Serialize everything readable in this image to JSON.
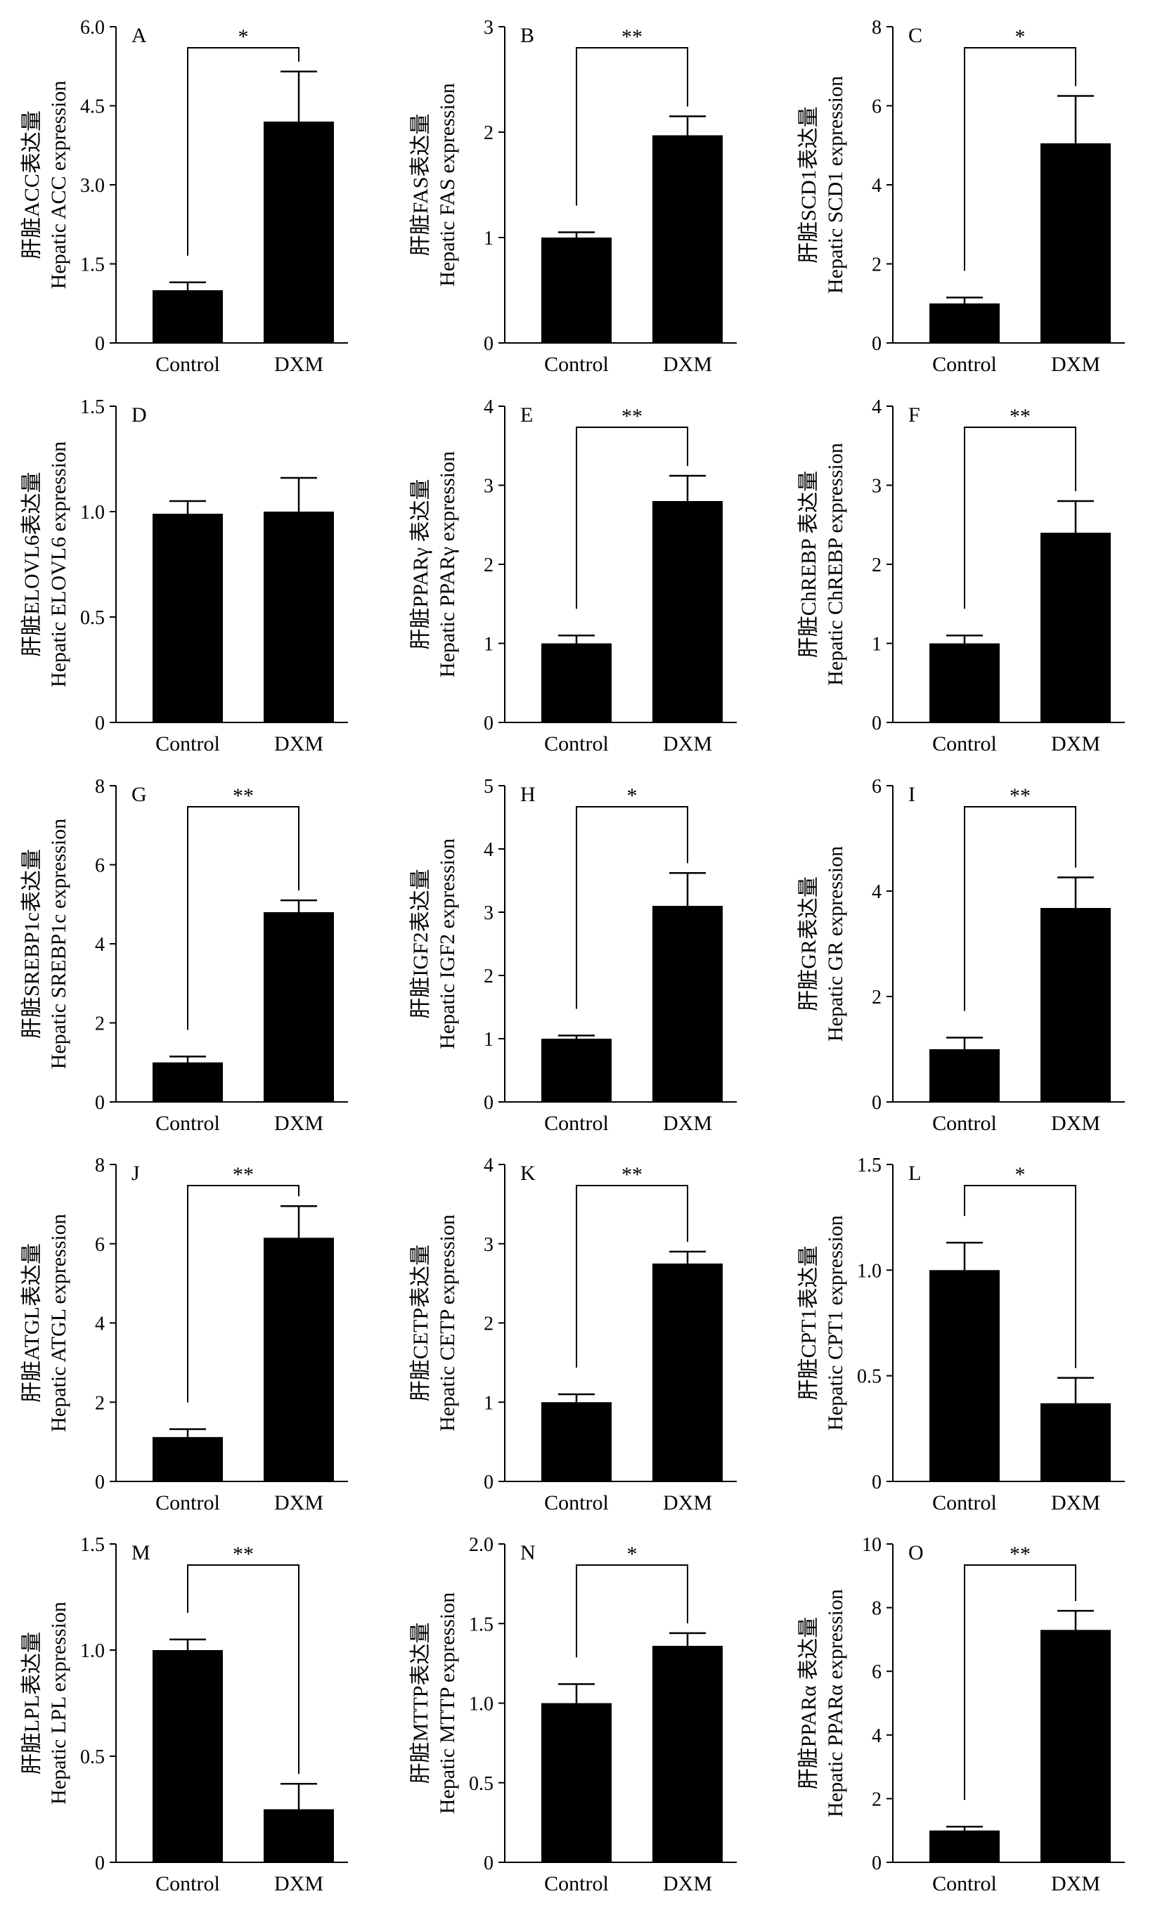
{
  "chart_data": [
    {
      "type": "bar",
      "panel": "A",
      "categories": [
        "Control",
        "DXM"
      ],
      "values": [
        1.0,
        4.2
      ],
      "errors": [
        0.15,
        0.95
      ],
      "ylabel_cn": "肝脏ACC表达量",
      "ylabel": "Hepatic ACC expression",
      "ylim": [
        0,
        6
      ],
      "yticks": [
        "0",
        "1.5",
        "3.0",
        "4.5",
        "6.0"
      ],
      "significance": "*"
    },
    {
      "type": "bar",
      "panel": "B",
      "categories": [
        "Control",
        "DXM"
      ],
      "values": [
        1.0,
        1.97
      ],
      "errors": [
        0.05,
        0.18
      ],
      "ylabel_cn": "肝脏FAS表达量",
      "ylabel": "Hepatic FAS expression",
      "ylim": [
        0,
        3
      ],
      "yticks": [
        "0",
        "1",
        "2",
        "3"
      ],
      "significance": "**"
    },
    {
      "type": "bar",
      "panel": "C",
      "categories": [
        "Control",
        "DXM"
      ],
      "values": [
        1.0,
        5.05
      ],
      "errors": [
        0.15,
        1.2
      ],
      "ylabel_cn": "肝脏SCD1表达量",
      "ylabel": "Hepatic SCD1 expression",
      "ylim": [
        0,
        8
      ],
      "yticks": [
        "0",
        "2",
        "4",
        "6",
        "8"
      ],
      "significance": "*"
    },
    {
      "type": "bar",
      "panel": "D",
      "categories": [
        "Control",
        "DXM"
      ],
      "values": [
        0.99,
        1.0
      ],
      "errors": [
        0.06,
        0.16
      ],
      "ylabel_cn": "肝脏ELOVL6表达量",
      "ylabel": "Hepatic ELOVL6 expression",
      "ylim": [
        0,
        1.5
      ],
      "yticks": [
        "0",
        "0.5",
        "1.0",
        "1.5"
      ],
      "significance": ""
    },
    {
      "type": "bar",
      "panel": "E",
      "categories": [
        "Control",
        "DXM"
      ],
      "values": [
        1.0,
        2.8
      ],
      "errors": [
        0.1,
        0.32
      ],
      "ylabel_cn": "肝脏PPARγ 表达量",
      "ylabel": "Hepatic PPARγ expression",
      "ylim": [
        0,
        4
      ],
      "yticks": [
        "0",
        "1",
        "2",
        "3",
        "4"
      ],
      "significance": "**"
    },
    {
      "type": "bar",
      "panel": "F",
      "categories": [
        "Control",
        "DXM"
      ],
      "values": [
        1.0,
        2.4
      ],
      "errors": [
        0.1,
        0.4
      ],
      "ylabel_cn": "肝脏ChREBP 表达量",
      "ylabel": "Hepatic ChREBP expression",
      "ylim": [
        0,
        4
      ],
      "yticks": [
        "0",
        "1",
        "2",
        "3",
        "4"
      ],
      "significance": "**"
    },
    {
      "type": "bar",
      "panel": "G",
      "categories": [
        "Control",
        "DXM"
      ],
      "values": [
        1.0,
        4.8
      ],
      "errors": [
        0.15,
        0.3
      ],
      "ylabel_cn": "肝脏SREBP1c表达量",
      "ylabel": "Hepatic SREBP1c expression",
      "ylim": [
        0,
        8
      ],
      "yticks": [
        "0",
        "2",
        "4",
        "6",
        "8"
      ],
      "significance": "**"
    },
    {
      "type": "bar",
      "panel": "H",
      "categories": [
        "Control",
        "DXM"
      ],
      "values": [
        1.0,
        3.1
      ],
      "errors": [
        0.05,
        0.52
      ],
      "ylabel_cn": "肝脏IGF2表达量",
      "ylabel": "Hepatic IGF2 expression",
      "ylim": [
        0,
        5
      ],
      "yticks": [
        "0",
        "1",
        "2",
        "3",
        "4",
        "5"
      ],
      "significance": "*"
    },
    {
      "type": "bar",
      "panel": "I",
      "categories": [
        "Control",
        "DXM"
      ],
      "values": [
        1.0,
        3.68
      ],
      "errors": [
        0.22,
        0.58
      ],
      "ylabel_cn": "肝脏GR表达量",
      "ylabel": "Hepatic GR expression",
      "ylim": [
        0,
        6
      ],
      "yticks": [
        "0",
        "2",
        "4",
        "6"
      ],
      "significance": "**"
    },
    {
      "type": "bar",
      "panel": "J",
      "categories": [
        "Control",
        "DXM"
      ],
      "values": [
        1.12,
        6.15
      ],
      "errors": [
        0.2,
        0.8
      ],
      "ylabel_cn": "肝脏ATGL表达量",
      "ylabel": "Hepatic ATGL expression",
      "ylim": [
        0,
        8
      ],
      "yticks": [
        "0",
        "2",
        "4",
        "6",
        "8"
      ],
      "significance": "**"
    },
    {
      "type": "bar",
      "panel": "K",
      "categories": [
        "Control",
        "DXM"
      ],
      "values": [
        1.0,
        2.75
      ],
      "errors": [
        0.1,
        0.15
      ],
      "ylabel_cn": "肝脏CETP表达量",
      "ylabel": "Hepatic CETP expression",
      "ylim": [
        0,
        4
      ],
      "yticks": [
        "0",
        "1",
        "2",
        "3",
        "4"
      ],
      "significance": "**"
    },
    {
      "type": "bar",
      "panel": "L",
      "categories": [
        "Control",
        "DXM"
      ],
      "values": [
        1.0,
        0.37
      ],
      "errors": [
        0.13,
        0.12
      ],
      "ylabel_cn": "肝脏CPT1表达量",
      "ylabel": "Hepatic CPT1 expression",
      "ylim": [
        0,
        1.5
      ],
      "yticks": [
        "0",
        "0.5",
        "1.0",
        "1.5"
      ],
      "significance": "*"
    },
    {
      "type": "bar",
      "panel": "M",
      "categories": [
        "Control",
        "DXM"
      ],
      "values": [
        1.0,
        0.25
      ],
      "errors": [
        0.05,
        0.12
      ],
      "ylabel_cn": "肝脏LPL表达量",
      "ylabel": "Hepatic LPL expression",
      "ylim": [
        0,
        1.5
      ],
      "yticks": [
        "0",
        "0.5",
        "1.0",
        "1.5"
      ],
      "significance": "**"
    },
    {
      "type": "bar",
      "panel": "N",
      "categories": [
        "Control",
        "DXM"
      ],
      "values": [
        1.0,
        1.36
      ],
      "errors": [
        0.12,
        0.08
      ],
      "ylabel_cn": "肝脏MTTP表达量",
      "ylabel": "Hepatic MTTP expression",
      "ylim": [
        0,
        2
      ],
      "yticks": [
        "0",
        "0.5",
        "1.0",
        "1.5",
        "2.0"
      ],
      "significance": "*"
    },
    {
      "type": "bar",
      "panel": "O",
      "categories": [
        "Control",
        "DXM"
      ],
      "values": [
        1.0,
        7.3
      ],
      "errors": [
        0.12,
        0.6
      ],
      "ylabel_cn": "肝脏PPARα 表达量",
      "ylabel": "Hepatic PPARα expression",
      "ylim": [
        0,
        10
      ],
      "yticks": [
        "0",
        "2",
        "4",
        "6",
        "8",
        "10"
      ],
      "significance": "**"
    }
  ]
}
